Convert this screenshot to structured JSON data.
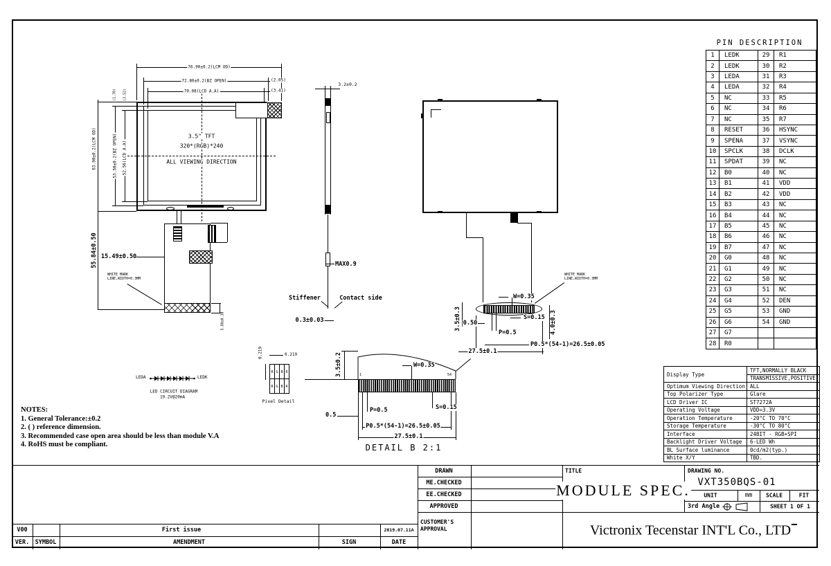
{
  "colors": {
    "line": "#000000",
    "background": "#ffffff"
  },
  "pin_description": {
    "title": "PIN DESCRIPTION",
    "rows": [
      [
        "1",
        "LEDK",
        "29",
        "R1"
      ],
      [
        "2",
        "LEDK",
        "30",
        "R2"
      ],
      [
        "3",
        "LEDA",
        "31",
        "R3"
      ],
      [
        "4",
        "LEDA",
        "32",
        "R4"
      ],
      [
        "5",
        "NC",
        "33",
        "R5"
      ],
      [
        "6",
        "NC",
        "34",
        "R6"
      ],
      [
        "7",
        "NC",
        "35",
        "R7"
      ],
      [
        "8",
        "RESET",
        "36",
        "HSYNC"
      ],
      [
        "9",
        "SPENA",
        "37",
        "VSYNC"
      ],
      [
        "10",
        "SPCLK",
        "38",
        "DCLK"
      ],
      [
        "11",
        "SPDAT",
        "39",
        "NC"
      ],
      [
        "12",
        "B0",
        "40",
        "NC"
      ],
      [
        "13",
        "B1",
        "41",
        "VDD"
      ],
      [
        "14",
        "B2",
        "42",
        "VDD"
      ],
      [
        "15",
        "B3",
        "43",
        "NC"
      ],
      [
        "16",
        "B4",
        "44",
        "NC"
      ],
      [
        "17",
        "B5",
        "45",
        "NC"
      ],
      [
        "18",
        "B6",
        "46",
        "NC"
      ],
      [
        "19",
        "B7",
        "47",
        "NC"
      ],
      [
        "20",
        "G0",
        "48",
        "NC"
      ],
      [
        "21",
        "G1",
        "49",
        "NC"
      ],
      [
        "22",
        "G2",
        "50",
        "NC"
      ],
      [
        "23",
        "G3",
        "51",
        "NC"
      ],
      [
        "24",
        "G4",
        "52",
        "DEN"
      ],
      [
        "25",
        "G5",
        "53",
        "GND"
      ],
      [
        "26",
        "G6",
        "54",
        "GND"
      ],
      [
        "27",
        "G7",
        "",
        ""
      ],
      [
        "28",
        "R0",
        "",
        ""
      ]
    ]
  },
  "display_specs": {
    "rows": [
      {
        "label": "Display Type",
        "value": "TFT,NORMALLY BLACK",
        "value2": "TRANSMISSIVE,POSITIVE"
      },
      {
        "label": "Optimum Viewing Direction",
        "value": "ALL"
      },
      {
        "label": "Top Polarizer Type",
        "value": "Glare"
      },
      {
        "label": "LCD Driver IC",
        "value": "ST7272A"
      },
      {
        "label": "Operating Voltage",
        "value": "VDD=3.3V"
      },
      {
        "label": "Operation Temperature",
        "value": "-20°C TO 70°C"
      },
      {
        "label": "Storage Temperature",
        "value": "-30°C TO 80°C"
      },
      {
        "label": "Interface",
        "value": "24BIT - RGB+SPI"
      },
      {
        "label": "Backlight Driver Voltage",
        "value": "6-LED Wh"
      },
      {
        "label": "BL Surface luminance",
        "value": "0cd/m2(typ.)"
      },
      {
        "label": "White X/Y",
        "value": "TBD."
      }
    ]
  },
  "notes": {
    "title": "NOTES:",
    "items": [
      "1. General Tolerance:±0.2",
      "2. ( ) reference dimension.",
      "3. Recommended case open area should be less than module V.A",
      "4. RoHS must be compliant."
    ]
  },
  "front_view": {
    "d_top1": "76.90±0.2(LCM OD)",
    "d_top2": "72.80±0.2(BZ OPEN)",
    "d_top3": "70.08(LCD A.A)",
    "d_r1": "(2.05)",
    "d_r2": "(3.41)",
    "d_left1": "63.90±0.2(LCM OD)",
    "d_left2": "53.50±0.2(BZ OPEN)",
    "d_left3": "52.56(LCD A.A)",
    "d_lt1": "(1.70)",
    "d_lt2": "(3.52)",
    "screen1": "3.5\" TFT",
    "screen2": "320*(RGB)*240",
    "screen3": "ALL VIEWING DIRECTION",
    "d_total": "55.84±0.50",
    "d_fpc": "15.49±0.50",
    "wm1": "WHITE MARK",
    "wm2": "LINE,WIDTH=0.3MM",
    "d_strip": "5.80±0.30"
  },
  "side_view": {
    "d_top": "3.2±0.2",
    "max": "MAX0.9",
    "stiffener": "Stiffener",
    "contact": "Contact side",
    "d_bot": "0.3±0.03"
  },
  "back_view": {
    "w": "W=0.35",
    "s": "S=0.15",
    "p": "P=0.5",
    "end": "0.50",
    "v_left": "3.5±0.3",
    "v_right": "4.0±0.3",
    "pitch": "P0.5*(54-1)=26.5±0.05",
    "width": "27.5±0.1",
    "wm1": "WHITE MARK",
    "wm2": "LINE,WIDTH=0.3MM"
  },
  "detail_b": {
    "height": "3.5±0.2",
    "w": "W=0.35",
    "p": "P=0.5",
    "s": "S=0.15",
    "margin": "0.5",
    "pitch": "P0.5*(54-1)=26.5±0.05",
    "width": "27.5±0.1",
    "caption": "DETAIL B 2:1",
    "pin1": "1",
    "pin54": "54"
  },
  "led_circuit": {
    "anode": "LEDA",
    "cathode": "LEDK",
    "caption1": "LED CIRCUIT DIAGRAM",
    "caption2": "19.2V@20mA"
  },
  "pixel_detail": {
    "dim_v": "0.219",
    "dim_h": "0.219",
    "cells": [
      "R",
      "G",
      "B",
      "R"
    ],
    "caption": "Pixel Detail"
  },
  "title_block": {
    "rows": [
      "DRAWN",
      "ME.CHECKED",
      "EE.CHECKED",
      "APPROVED"
    ],
    "customer1": "CUSTOMER'S",
    "customer2": "APPROVAL",
    "title_label": "TITLE",
    "title": "MODULE SPEC.",
    "drawing_no_label": "DRAWING NO.",
    "drawing_no": "VXT350BQS-01",
    "unit_label": "UNIT",
    "unit": "mm",
    "scale_label": "SCALE",
    "scale": "FIT",
    "angle": "3rd Angle",
    "sheet": "SHEET 1 OF 1",
    "company": "Victronix Tecenstar INT'L Co., LTD"
  },
  "revision": {
    "ver": "V00",
    "amendment": "First issue",
    "date": "2019.07.11A",
    "h_ver": "VER.",
    "h_symbol": "SYMBOL",
    "h_amendment": "AMENDMENT",
    "h_sign": "SIGN",
    "h_date": "DATE"
  }
}
